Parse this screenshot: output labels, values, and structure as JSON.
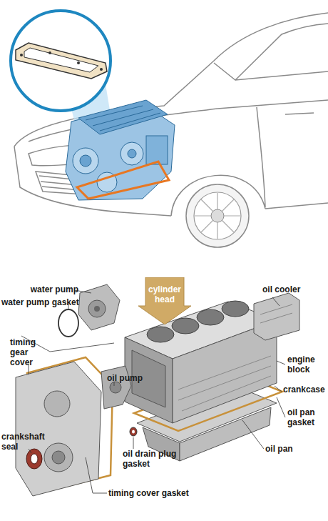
{
  "diagram": {
    "nodes": [
      {
        "text": [
          "cylinder head"
        ]
      }
    ],
    "labels": [
      "water pump",
      "water pump gasket",
      "timing gear cover",
      "oil pump",
      "crankshaft seal",
      "oil drain plug gasket",
      "timing cover gasket",
      "oil cooler",
      "engine block",
      "crankcase",
      "oil pan gasket",
      "oil pan"
    ]
  }
}
